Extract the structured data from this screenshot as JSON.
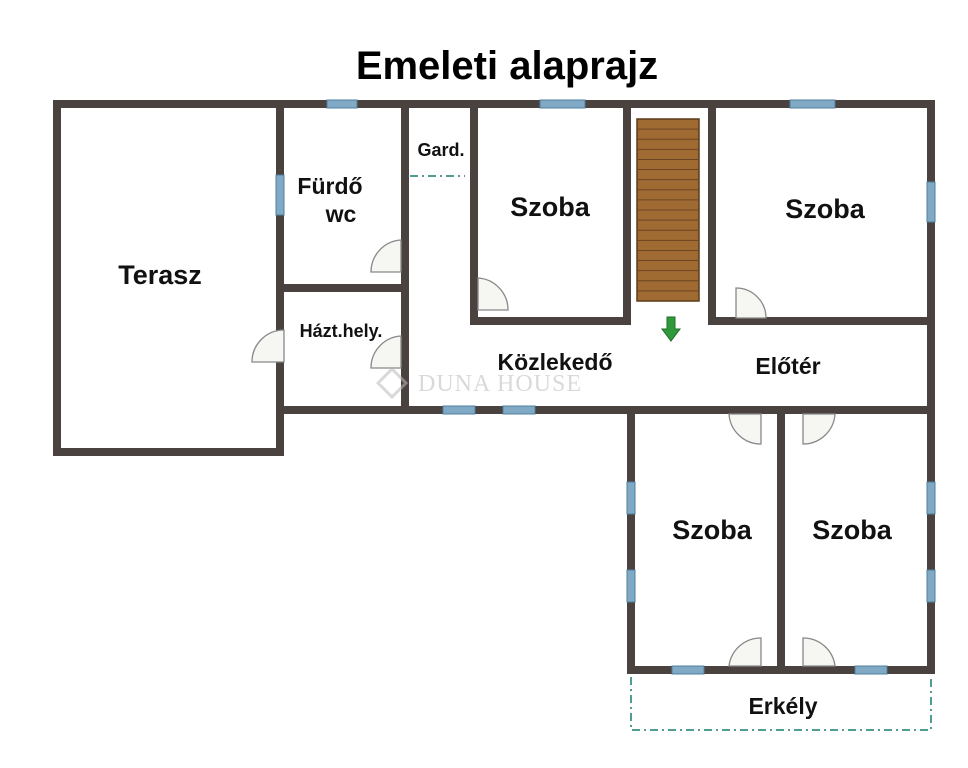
{
  "title": "Emeleti alaprajz",
  "rooms": {
    "terasz": "Terasz",
    "furdo_line1": "Fürdő",
    "furdo_line2": "wc",
    "gard": "Gard.",
    "hazt": "Házt.hely.",
    "szoba_1": "Szoba",
    "szoba_2": "Szoba",
    "szoba_3": "Szoba",
    "szoba_4": "Szoba",
    "kozlekedo": "Közlekedő",
    "eloter": "Előtér",
    "erkely": "Erkély"
  },
  "watermark": "DUNA HOUSE",
  "colors": {
    "wall": "#4a423f",
    "window": "#7fa9c4",
    "stair": "#a06a33",
    "arrow": "#2f9a3c",
    "dashed_line": "#4e9e93"
  }
}
